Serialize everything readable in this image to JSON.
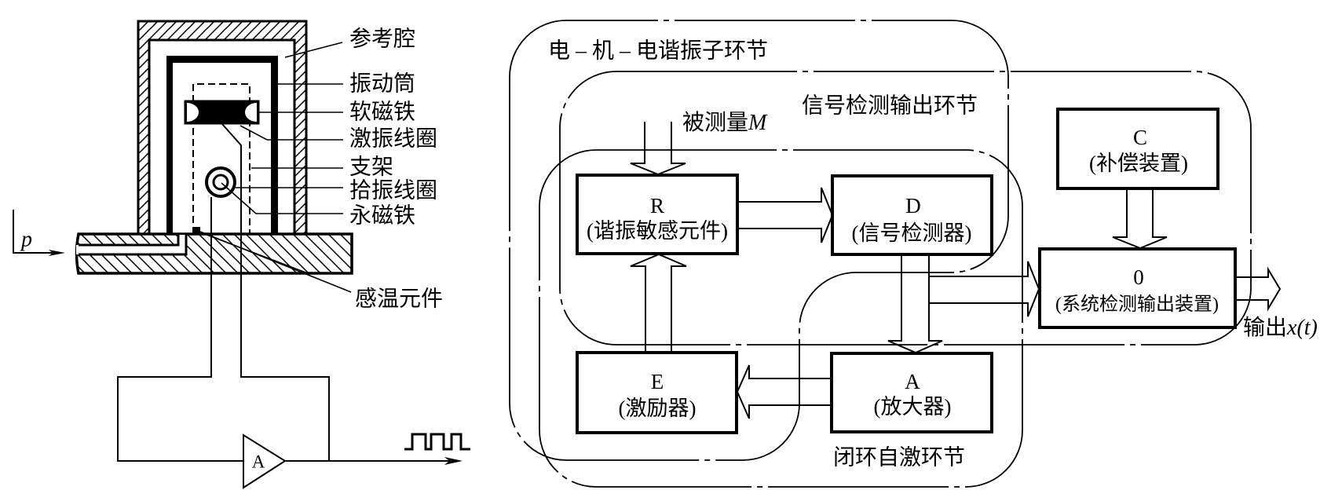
{
  "schematic": {
    "pressure_input": {
      "symbol": "p"
    },
    "labels": {
      "reference_cavity": "参考腔",
      "vibrating_cylinder": "振动筒",
      "soft_magnet": "软磁铁",
      "excitation_coil": "激振线圈",
      "support": "支架",
      "pickup_coil": "拾振线圈",
      "permanent_magnet": "永磁铁",
      "temperature_sensor": "感温元件"
    },
    "amplifier": {
      "label": "A"
    },
    "output_signal_icon": "square-wave-icon"
  },
  "block_diagram": {
    "regions": {
      "resonator_loop": "电 – 机 – 电谐振子环节",
      "signal_output_loop": "信号检测输出环节",
      "self_excitation_loop": "闭环自激环节"
    },
    "input": {
      "text": "被测量",
      "symbol": "M"
    },
    "output": {
      "text": "输出",
      "symbol": "x(t)"
    },
    "blocks": {
      "R": {
        "letter": "R",
        "name": "(谐振敏感元件)"
      },
      "D": {
        "letter": "D",
        "name": "(信号检测器)"
      },
      "C": {
        "letter": "C",
        "name": "(补偿装置)"
      },
      "O": {
        "letter": "0",
        "name": "(系统检测输出装置)"
      },
      "E": {
        "letter": "E",
        "name": "(激励器)"
      },
      "A": {
        "letter": "A",
        "name": "(放大器)"
      }
    },
    "connections": [
      {
        "from": "M",
        "to": "R"
      },
      {
        "from": "R",
        "to": "D"
      },
      {
        "from": "D",
        "to": "A"
      },
      {
        "from": "D",
        "to": "0"
      },
      {
        "from": "C",
        "to": "0"
      },
      {
        "from": "A",
        "to": "E"
      },
      {
        "from": "E",
        "to": "R"
      },
      {
        "from": "0",
        "to": "x(t)"
      }
    ]
  }
}
